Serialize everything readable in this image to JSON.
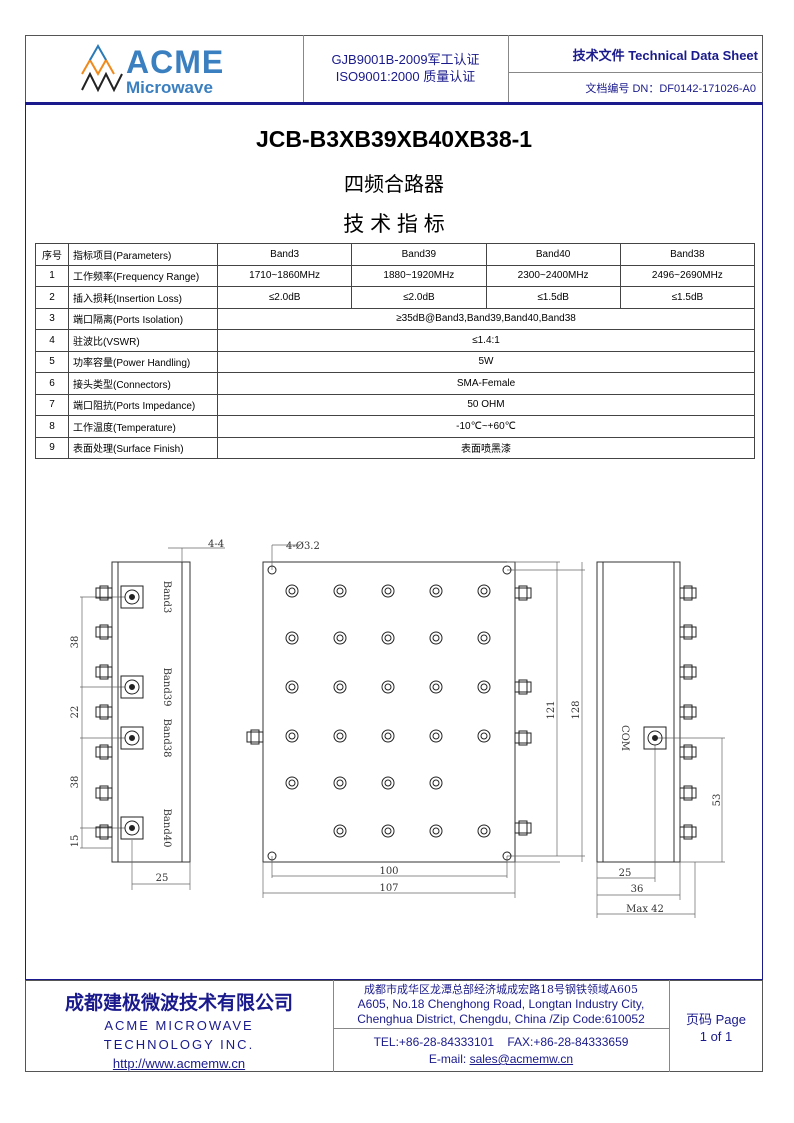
{
  "header": {
    "logo_top": "ACME",
    "logo_bottom": "Microwave",
    "cert1": "GJB9001B-2009军工认证",
    "cert2": "ISO9001:2000  质量认证",
    "doc_type": "技术文件  Technical Data Sheet",
    "doc_no": "文档编号  DN：DF0142-171026-A0"
  },
  "title": {
    "model": "JCB-B3XB39XB40XB38-1",
    "name": "四频合路器",
    "sub": "技 术 指 标"
  },
  "table": {
    "headers": [
      "序号",
      "指标项目(Parameters)",
      "Band3",
      "Band39",
      "Band40",
      "Band38"
    ],
    "rows": [
      {
        "n": "1",
        "p": "工作频率(Frequency Range)",
        "v": [
          "1710~1860MHz",
          "1880~1920MHz",
          "2300~2400MHz",
          "2496~2690MHz"
        ]
      },
      {
        "n": "2",
        "p": "插入损耗(Insertion Loss)",
        "v": [
          "≤2.0dB",
          "≤2.0dB",
          "≤1.5dB",
          "≤1.5dB"
        ]
      },
      {
        "n": "3",
        "p": "端口隔离(Ports Isolation)",
        "v": [
          "≥35dB@Band3,Band39,Band40,Band38"
        ]
      },
      {
        "n": "4",
        "p": "驻波比(VSWR)",
        "v": [
          "≤1.4:1"
        ]
      },
      {
        "n": "5",
        "p": "功率容量(Power Handling)",
        "v": [
          "5W"
        ]
      },
      {
        "n": "6",
        "p": "接头类型(Connectors)",
        "v": [
          "SMA-Female"
        ]
      },
      {
        "n": "7",
        "p": "端口阻抗(Ports Impedance)",
        "v": [
          "50 OHM"
        ]
      },
      {
        "n": "8",
        "p": "工作温度(Temperature)",
        "v": [
          "-10℃~+60℃"
        ]
      },
      {
        "n": "9",
        "p": "表面处理(Surface Finish)",
        "v": [
          "表面喷黑漆"
        ]
      }
    ]
  },
  "drawing": {
    "d44": "4-4",
    "hole": "4-Ø3.2",
    "band3": "Band3",
    "band39": "Band39",
    "band38": "Band38",
    "band40": "Band40",
    "d38a": "38",
    "d22": "22",
    "d38b": "38",
    "d15": "15",
    "d25l": "25",
    "d100": "100",
    "d107": "107",
    "d121": "121",
    "d128": "128",
    "com": "COM",
    "d53": "53",
    "d25r": "25",
    "d36": "36",
    "dmax": "Max 42"
  },
  "footer": {
    "company_cn": "成都建极微波技术有限公司",
    "company_en1": "ACME MICROWAVE",
    "company_en2": "TECHNOLOGY INC.",
    "url": "http://www.acmemw.cn",
    "addr_cn": "成都市成华区龙潭总部经济城成宏路18号钢铁领域A605",
    "addr_en1": "A605, No.18 Chenghong Road, Longtan Industry City,",
    "addr_en2": "Chenghua District, Chengdu, China /Zip Code:610052",
    "tel": "TEL:+86-28-84333101    FAX:+86-28-84333659",
    "email_label": "E-mail: ",
    "email": "sales@acmemw.cn",
    "page_label": "页码  Page",
    "page": "1 of 1"
  }
}
